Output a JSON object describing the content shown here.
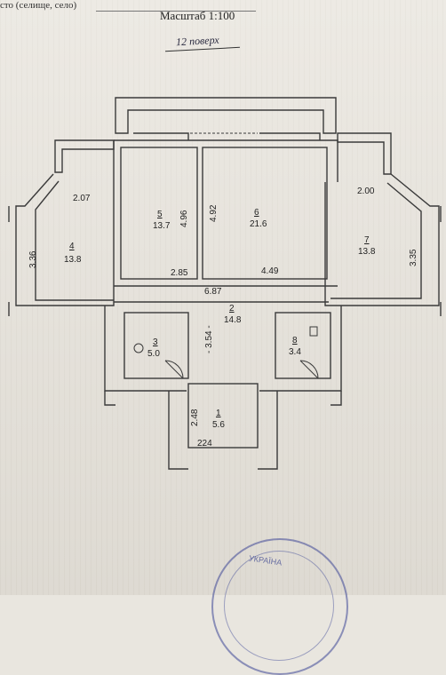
{
  "header": {
    "field_label": "сто (селище, село)",
    "scale": "Масштаб 1:100",
    "floor": "12 поверх"
  },
  "rooms": [
    {
      "id": "1",
      "area": "5.6"
    },
    {
      "id": "2",
      "area": "14.8"
    },
    {
      "id": "3",
      "area": "5.0"
    },
    {
      "id": "4",
      "area": "13.8"
    },
    {
      "id": "5",
      "area": "13.7"
    },
    {
      "id": "6",
      "area": "21.6"
    },
    {
      "id": "7",
      "area": "13.8"
    },
    {
      "id": "8",
      "area": "3.4"
    }
  ],
  "dimensions": {
    "d207": "2.07",
    "d336": "3.36",
    "d496": "4.96",
    "d492": "4.92",
    "d285": "2.85",
    "d449": "4.49",
    "d687": "6.87",
    "d200": "2.00",
    "d335": "3.35",
    "d354": "- 3.54 -",
    "d248": "2.48",
    "d224": "224"
  },
  "stamp": {
    "text": "УКРАЇНА"
  }
}
